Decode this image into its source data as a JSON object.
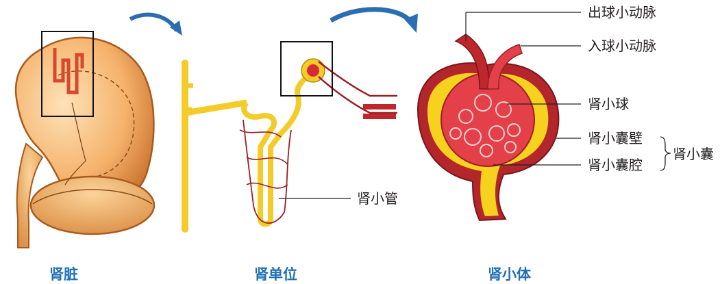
{
  "captions": {
    "kidney": "肾脏",
    "nephron": "肾单位",
    "renal_corpuscle": "肾小体"
  },
  "labels": {
    "efferent_arteriole": "出球小动脉",
    "afferent_arteriole": "入球小动脉",
    "glomerulus": "肾小球",
    "capsule_wall": "肾小囊壁",
    "capsule_cavity": "肾小囊腔",
    "renal_capsule": "肾小囊",
    "renal_tubule": "肾小管"
  },
  "colors": {
    "caption": "#1f6fb6",
    "arrow": "#2a6db3",
    "kidney": "#f2a15a",
    "vessel": "#9b1f23",
    "tubule": "#f3cc2a",
    "glomerulus": "#d9283a"
  }
}
